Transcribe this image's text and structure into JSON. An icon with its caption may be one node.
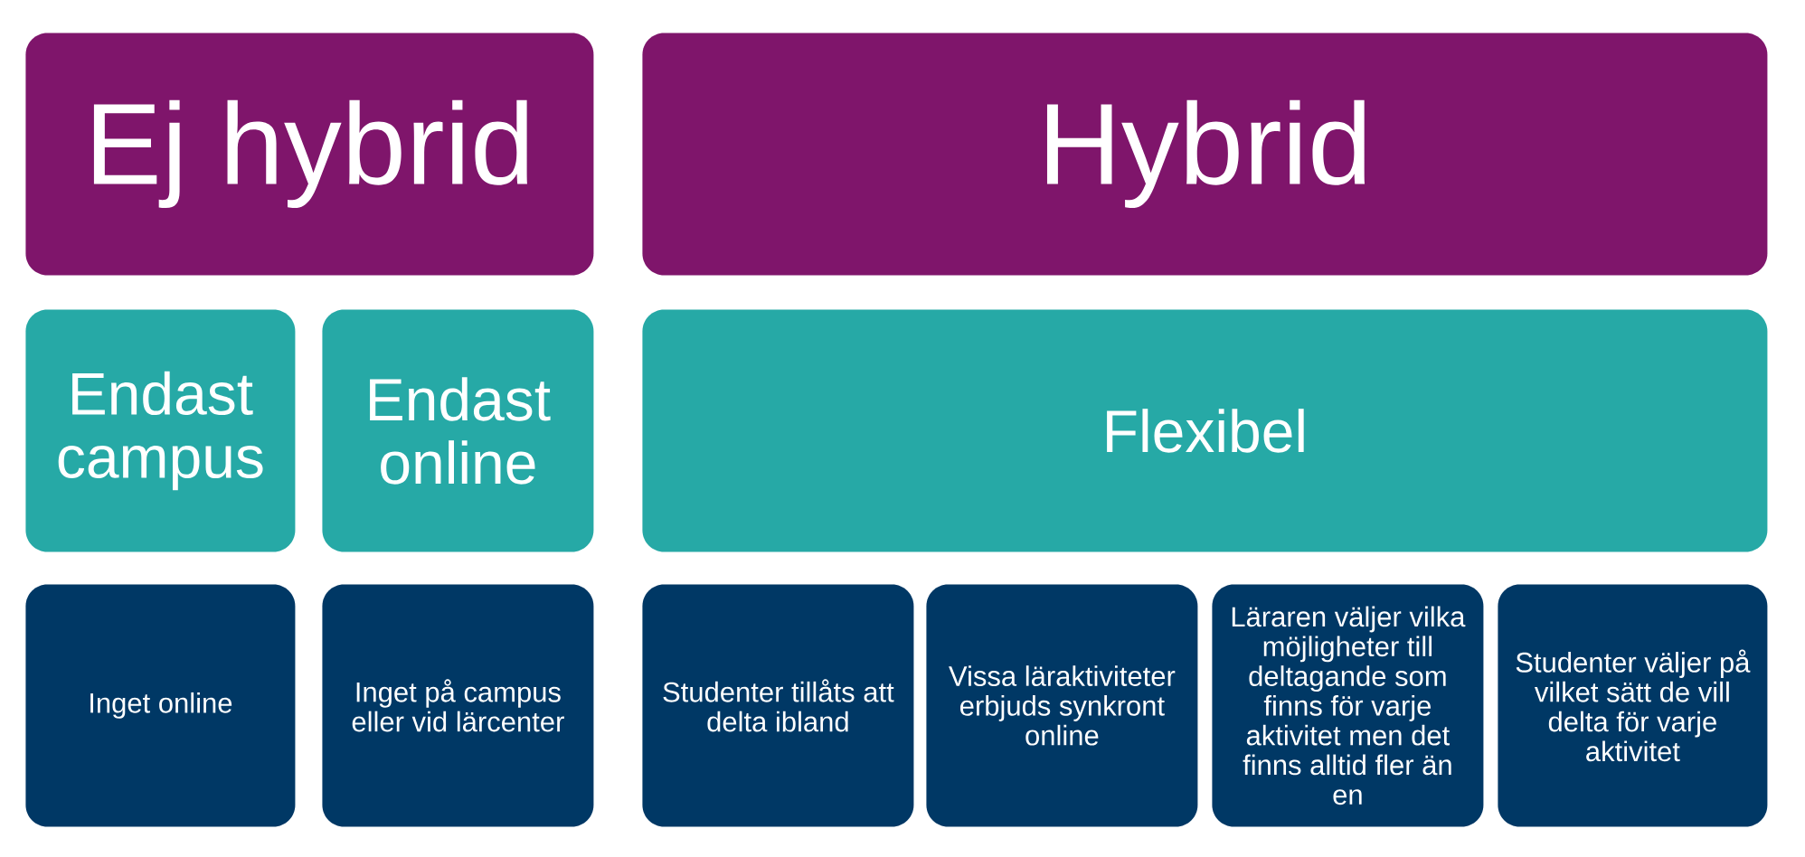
{
  "diagram": {
    "nodes": [
      {
        "text": [
          "Ej hybrid"
        ]
      },
      {
        "text": [
          "Hybrid"
        ]
      },
      {
        "text": [
          "Endast campus"
        ]
      },
      {
        "text": [
          "Endast online"
        ]
      },
      {
        "text": [
          "Flexibel"
        ]
      },
      {
        "text": [
          "Inget online"
        ]
      },
      {
        "text": [
          "Inget på campus eller vid lärcenter"
        ]
      },
      {
        "text": [
          "Studenter tillåts att delta ibland"
        ]
      },
      {
        "text": [
          "Vissa läraktiviteter erbjuds synkront online"
        ]
      },
      {
        "text": [
          "Läraren väljer vilka möjligheter till deltagande som finns för varje aktivitet men det finns alltid fler än en"
        ]
      },
      {
        "text": [
          "Studenter väljer på vilket sätt de vill delta för varje aktivitet"
        ]
      }
    ]
  }
}
